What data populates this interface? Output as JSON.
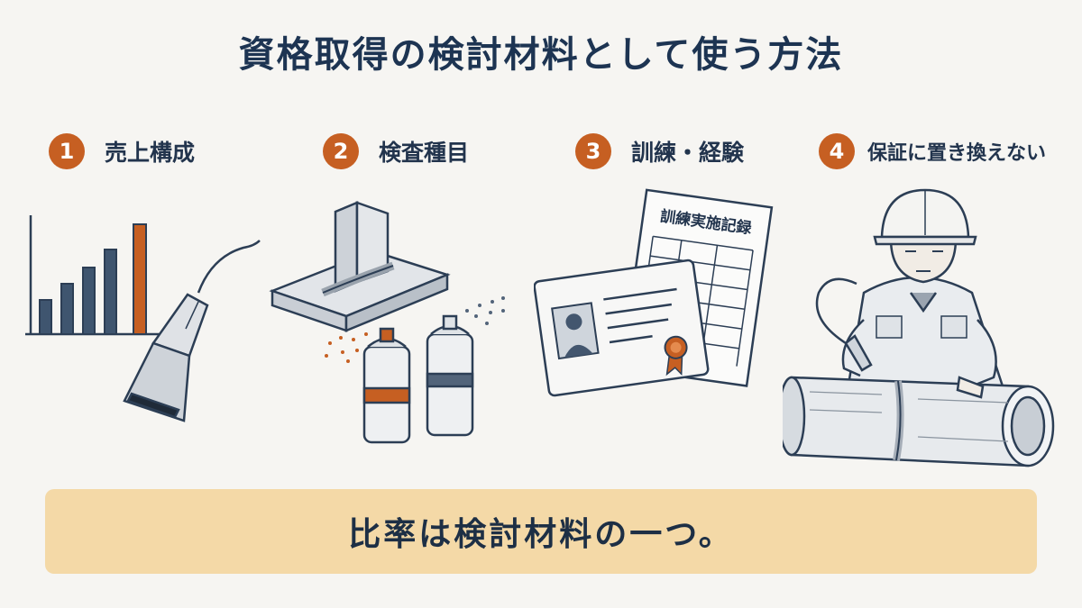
{
  "title": "資格取得の検討材料として使う方法",
  "steps": [
    {
      "number": "1",
      "label": "売上構成",
      "icon": "bar-chart-and-ultrasonic-probe-icon"
    },
    {
      "number": "2",
      "label": "検査種目",
      "icon": "weld-and-spray-cans-icon"
    },
    {
      "number": "3",
      "label": "訓練・経験",
      "icon": "certificate-and-training-record-icon"
    },
    {
      "number": "4",
      "label": "保証に置き換えない",
      "icon": "worker-inspecting-pipe-icon"
    }
  ],
  "training_record_heading": "訓練実施記録",
  "banner": "比率は検討材料の一つ。",
  "colors": {
    "accent": "#c65f22",
    "navy": "#1d3452",
    "banner_bg": "#f4d9a7",
    "background": "#f6f5f2"
  }
}
